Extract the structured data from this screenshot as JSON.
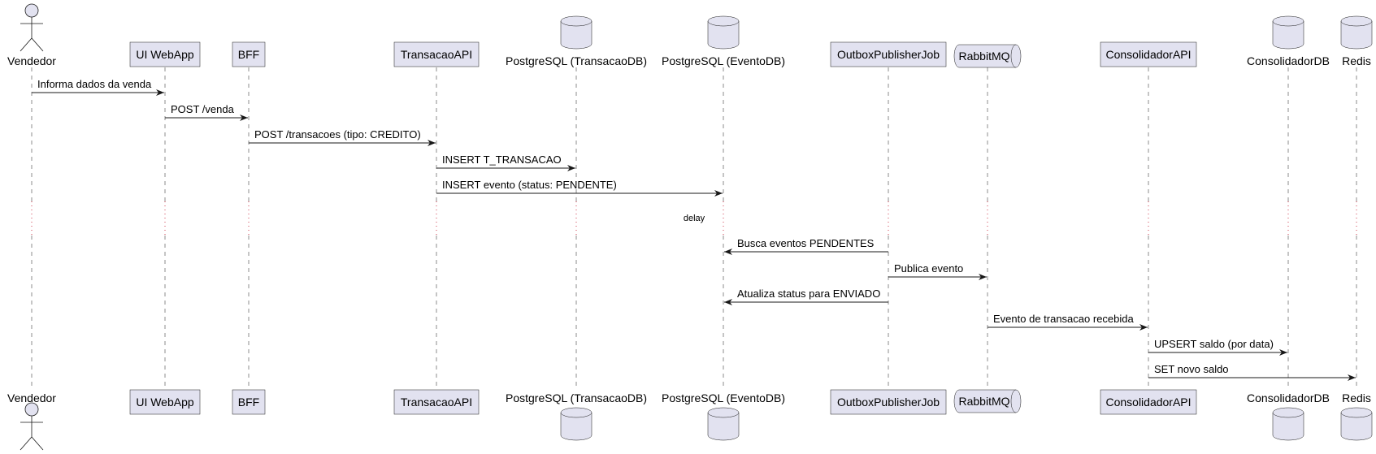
{
  "participants": [
    {
      "id": "vendedor",
      "label": "Vendedor",
      "kind": "actor"
    },
    {
      "id": "uiwebapp",
      "label": "UI WebApp",
      "kind": "participant"
    },
    {
      "id": "bff",
      "label": "BFF",
      "kind": "participant"
    },
    {
      "id": "transacaoapi",
      "label": "TransacaoAPI",
      "kind": "participant"
    },
    {
      "id": "pg-transacao",
      "label": "PostgreSQL (TransacaoDB)",
      "kind": "database"
    },
    {
      "id": "pg-evento",
      "label": "PostgreSQL (EventoDB)",
      "kind": "database"
    },
    {
      "id": "outbox",
      "label": "OutboxPublisherJob",
      "kind": "participant"
    },
    {
      "id": "rabbitmq",
      "label": "RabbitMQ",
      "kind": "queue"
    },
    {
      "id": "consolidadorapi",
      "label": "ConsolidadorAPI",
      "kind": "participant"
    },
    {
      "id": "consolidadordb",
      "label": "ConsolidadorDB",
      "kind": "database"
    },
    {
      "id": "redis",
      "label": "Redis",
      "kind": "database"
    }
  ],
  "messages": [
    {
      "from": "vendedor",
      "to": "uiwebapp",
      "label": "Informa dados da venda"
    },
    {
      "from": "uiwebapp",
      "to": "bff",
      "label": "POST /venda"
    },
    {
      "from": "bff",
      "to": "transacaoapi",
      "label": "POST /transacoes (tipo: CREDITO)"
    },
    {
      "from": "transacaoapi",
      "to": "pg-transacao",
      "label": "INSERT T_TRANSACAO"
    },
    {
      "from": "transacaoapi",
      "to": "pg-evento",
      "label": "INSERT evento (status: PENDENTE)"
    },
    {
      "from": "outbox",
      "to": "pg-evento",
      "label": "Busca eventos PENDENTES"
    },
    {
      "from": "outbox",
      "to": "rabbitmq",
      "label": "Publica evento"
    },
    {
      "from": "outbox",
      "to": "pg-evento",
      "label": "Atualiza status para ENVIADO"
    },
    {
      "from": "rabbitmq",
      "to": "consolidadorapi",
      "label": "Evento de transacao recebida"
    },
    {
      "from": "consolidadorapi",
      "to": "consolidadordb",
      "label": "UPSERT saldo (por data)"
    },
    {
      "from": "consolidadorapi",
      "to": "redis",
      "label": "SET novo saldo"
    }
  ],
  "delay": {
    "label": "delay",
    "after_message_index": 4
  }
}
